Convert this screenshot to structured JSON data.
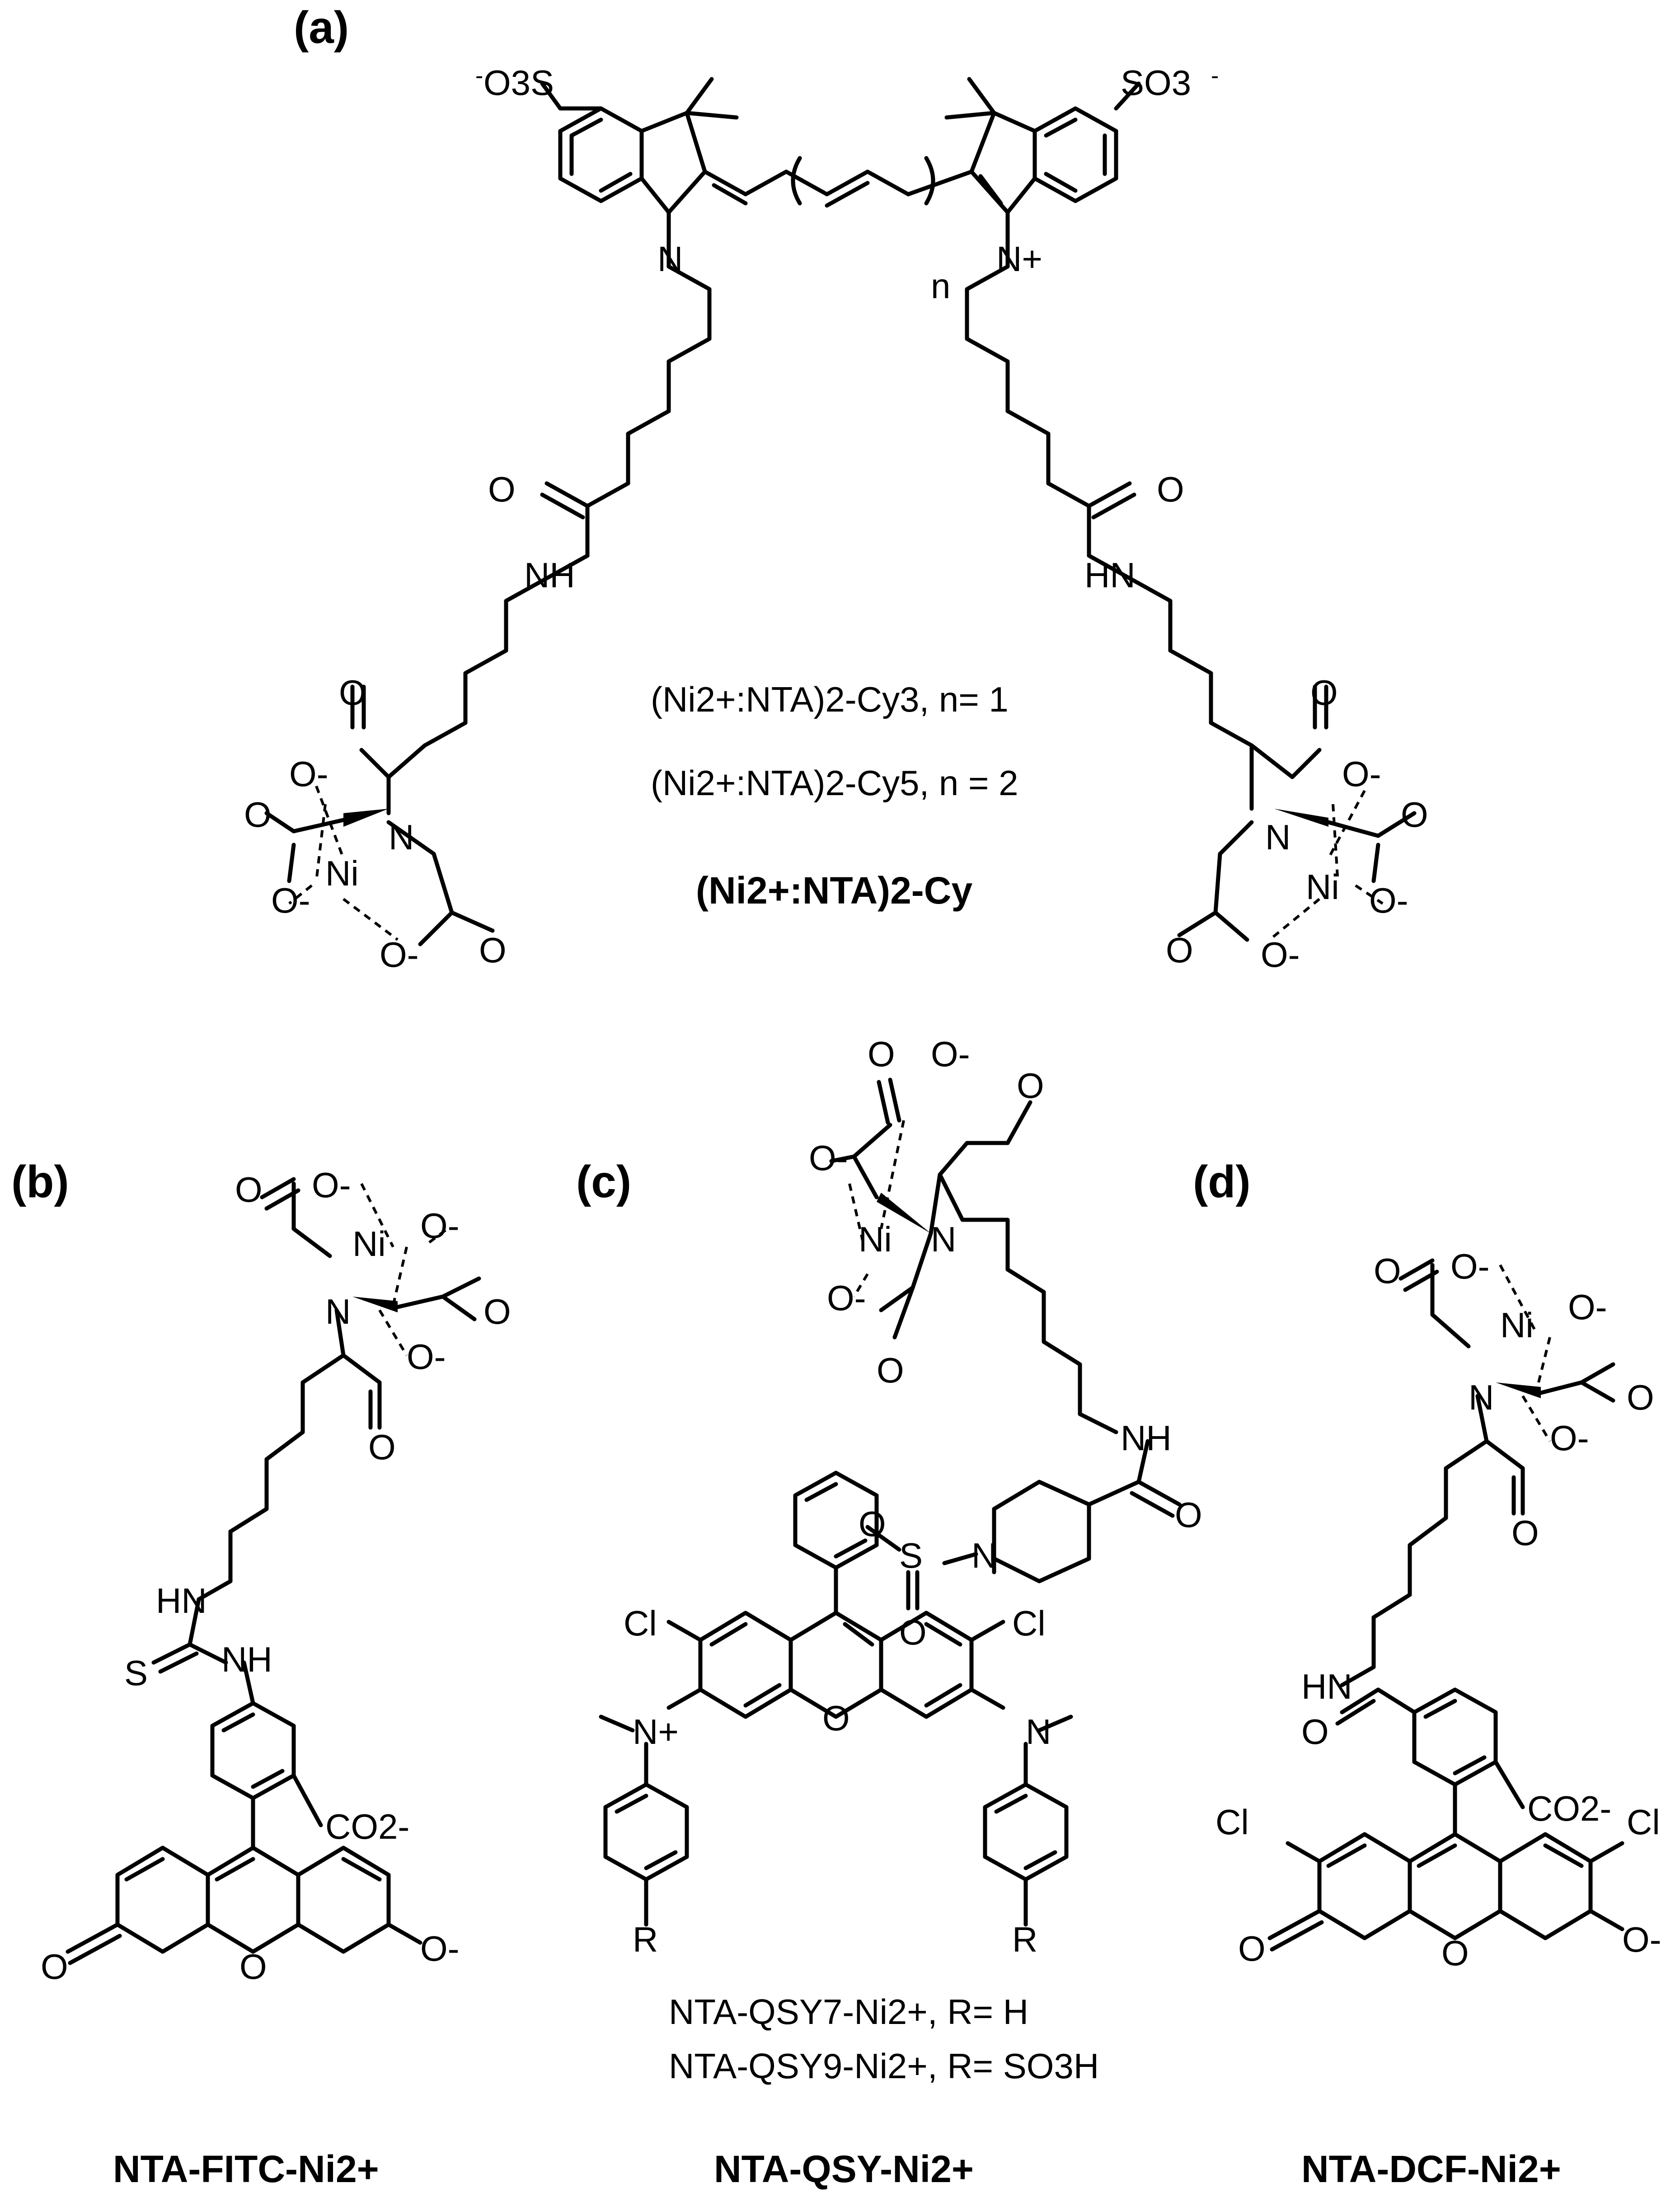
{
  "panels": {
    "a": "(a)",
    "b": "(b)",
    "c": "(c)",
    "d": "(d)"
  },
  "atoms": {
    "sulfonate_left_minus": "-",
    "sulfonate_left": "O3S",
    "sulfonate_right": "SO3",
    "sulfonate_right_minus": "-",
    "n_plus": "N+",
    "n": "N",
    "nh": "NH",
    "hn": "HN",
    "o": "O",
    "o_minus": "O-",
    "ni": "Ni",
    "repeat_n": "n",
    "s": "S",
    "sulfonyl_s": "S",
    "cl": "Cl",
    "r": "R",
    "co2_minus": "CO2-"
  },
  "panel_a": {
    "line1": "(Ni2+:NTA)2-Cy3, n= 1",
    "line2": "(Ni2+:NTA)2-Cy5, n = 2",
    "title": "(Ni2+:NTA)2-Cy"
  },
  "panel_c": {
    "line1": "NTA-QSY7-Ni2+, R= H",
    "line2": "NTA-QSY9-Ni2+, R= SO3H"
  },
  "captions": {
    "b": "NTA-FITC-Ni2+",
    "c": "NTA-QSY-Ni2+",
    "d": "NTA-DCF-Ni2+"
  }
}
